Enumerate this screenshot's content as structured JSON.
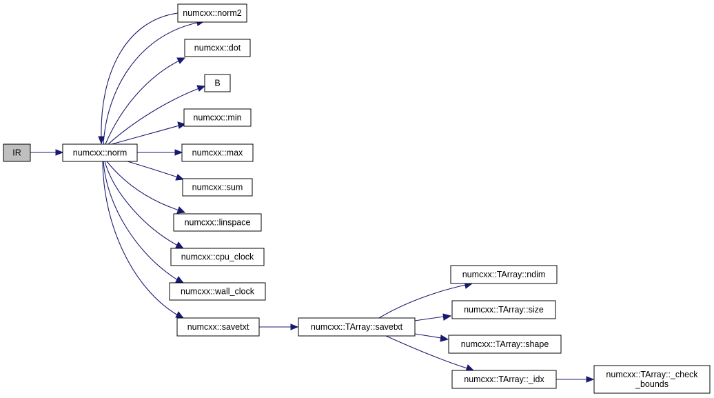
{
  "nodes": {
    "ir": "IR",
    "norm": "numcxx::norm",
    "norm2": "numcxx::norm2",
    "dot": "numcxx::dot",
    "b": "B",
    "min": "numcxx::min",
    "max": "numcxx::max",
    "sum": "numcxx::sum",
    "linspace": "numcxx::linspace",
    "cpu_clock": "numcxx::cpu_clock",
    "wall_clock": "numcxx::wall_clock",
    "savetxt": "numcxx::savetxt",
    "tarray_savetxt": "numcxx::TArray::savetxt",
    "tarray_ndim": "numcxx::TArray::ndim",
    "tarray_size": "numcxx::TArray::size",
    "tarray_shape": "numcxx::TArray::shape",
    "tarray_idx": "numcxx::TArray::_idx",
    "tarray_check_bounds_line1": "numcxx::TArray::_check",
    "tarray_check_bounds_line2": "_bounds"
  },
  "edges": [
    {
      "from": "ir",
      "to": "norm"
    },
    {
      "from": "norm",
      "to": "norm2"
    },
    {
      "from": "norm2",
      "to": "norm"
    },
    {
      "from": "norm",
      "to": "dot"
    },
    {
      "from": "norm",
      "to": "b"
    },
    {
      "from": "norm",
      "to": "min"
    },
    {
      "from": "norm",
      "to": "max"
    },
    {
      "from": "norm",
      "to": "sum"
    },
    {
      "from": "norm",
      "to": "linspace"
    },
    {
      "from": "norm",
      "to": "cpu_clock"
    },
    {
      "from": "norm",
      "to": "wall_clock"
    },
    {
      "from": "norm",
      "to": "savetxt"
    },
    {
      "from": "savetxt",
      "to": "tarray_savetxt"
    },
    {
      "from": "tarray_savetxt",
      "to": "tarray_ndim"
    },
    {
      "from": "tarray_savetxt",
      "to": "tarray_size"
    },
    {
      "from": "tarray_savetxt",
      "to": "tarray_shape"
    },
    {
      "from": "tarray_savetxt",
      "to": "tarray_idx"
    },
    {
      "from": "tarray_idx",
      "to": "tarray_check_bounds"
    }
  ],
  "colors": {
    "edge": "#191970",
    "root_fill": "#bfbfbf",
    "node_fill": "#ffffff",
    "node_stroke": "#000000"
  }
}
